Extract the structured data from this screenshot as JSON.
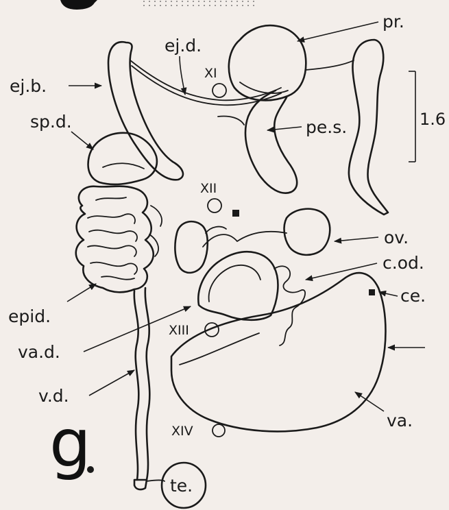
{
  "figure": {
    "panel_letter": "g",
    "scale_bar_label": "1.6",
    "labels": {
      "pr": "pr.",
      "ejd": "ej.d.",
      "ejb": "ej.b.",
      "spd": "sp.d.",
      "pes": "pe.s.",
      "ov": "ov.",
      "cod": "c.od.",
      "ce": "ce.",
      "epid": "epid.",
      "vad": "va.d.",
      "vd": "v.d.",
      "va": "va.",
      "te": "te."
    },
    "segments": {
      "xi": "XI",
      "xii": "XII",
      "xiii": "XIII",
      "xiv": "XIV"
    }
  }
}
